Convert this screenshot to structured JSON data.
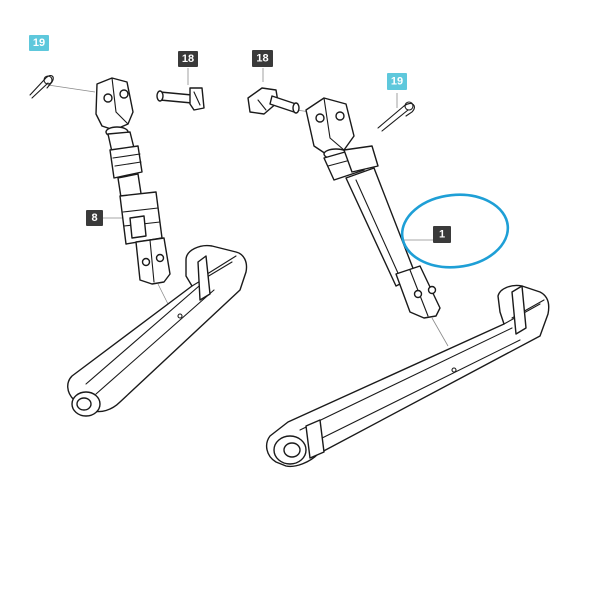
{
  "callouts": [
    {
      "id": "c19a",
      "label": "19",
      "tone": "teal"
    },
    {
      "id": "c18a",
      "label": "18",
      "tone": "dark"
    },
    {
      "id": "c18b",
      "label": "18",
      "tone": "dark"
    },
    {
      "id": "c19b",
      "label": "19",
      "tone": "teal"
    },
    {
      "id": "c8",
      "label": "8",
      "tone": "dark"
    },
    {
      "id": "c1",
      "label": "1",
      "tone": "dark"
    }
  ],
  "colors": {
    "teal_badge": "#5ec8dc",
    "dark_badge": "#3a3a3a",
    "highlight_ring": "#1e9fd6",
    "line_art": "#1a1a1a"
  },
  "highlight": {
    "target": "1"
  }
}
